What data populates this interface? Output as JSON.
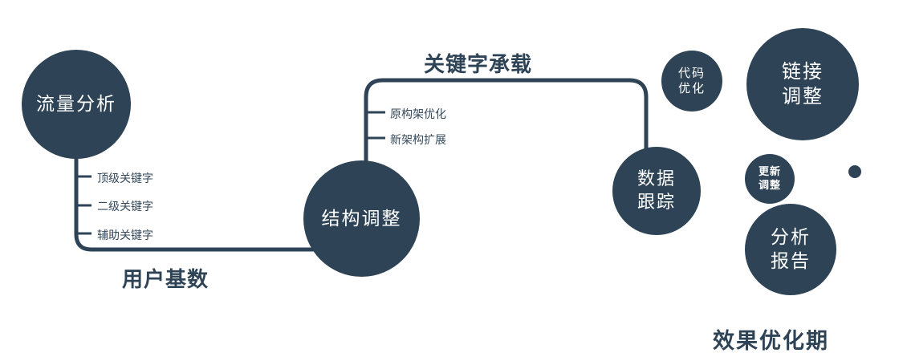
{
  "diagram": {
    "colors": {
      "primary": "#2e4456",
      "node_text": "#ffffff",
      "background": "#ffffff"
    },
    "nodes": {
      "traffic": {
        "label": "流量分析"
      },
      "structure": {
        "label": "结构调整"
      },
      "data_tracking": {
        "lines": [
          "数据",
          "跟踪"
        ]
      },
      "code_optimization": {
        "lines": [
          "代码",
          "优化"
        ]
      },
      "link_adjustment": {
        "lines": [
          "链接",
          "调整"
        ]
      },
      "update_adjustment": {
        "lines": [
          "更新",
          "调整"
        ]
      },
      "analysis_report": {
        "lines": [
          "分析",
          "报告"
        ]
      }
    },
    "edge_labels": {
      "user_base": "用户基数",
      "keyword_carrying": "关键字承载"
    },
    "branch_labels": {
      "traffic": [
        "顶级关键字",
        "二级关键字",
        "辅助关键字"
      ],
      "structure": [
        "原构架优化",
        "新架构扩展"
      ]
    },
    "caption": "效果优化期"
  }
}
